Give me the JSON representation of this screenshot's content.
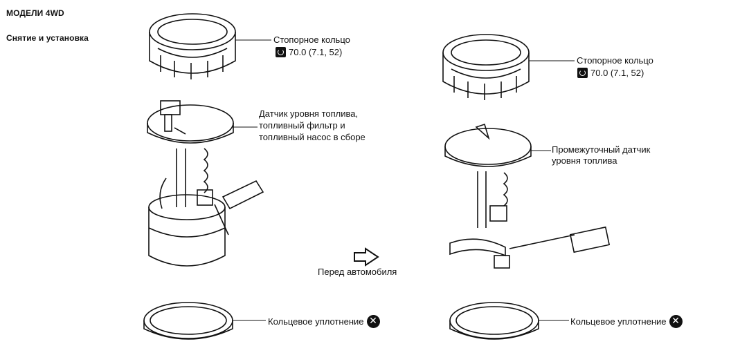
{
  "header": {
    "model": "МОДЕЛИ 4WD",
    "section": "Снятие и установка"
  },
  "left_assembly": {
    "lock_ring_label": "Стопорное кольцо",
    "lock_ring_torque": "70.0 (7.1, 52)",
    "unit_label_line1": "Датчик уровня топлива,",
    "unit_label_line2": "топливный фильтр и",
    "unit_label_line3": "топливный насос в сборе",
    "oring_label": "Кольцевое уплотнение"
  },
  "right_assembly": {
    "lock_ring_label": "Стопорное кольцо",
    "lock_ring_torque": "70.0 (7.1, 52)",
    "sensor_label_line1": "Промежуточный датчик",
    "sensor_label_line2": "уровня топлива",
    "oring_label": "Кольцевое уплотнение"
  },
  "front_indicator": {
    "label": "Перед автомобиля",
    "icon": "front-arrow-icon"
  },
  "icons": {
    "torque": "wrench-torque-icon",
    "replace": "do-not-reuse-x-icon"
  }
}
